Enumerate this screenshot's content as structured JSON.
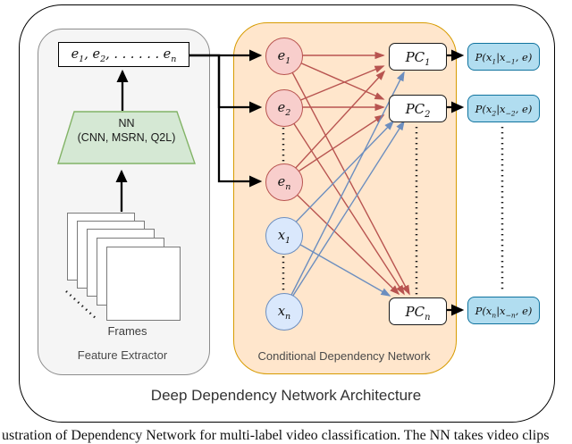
{
  "title": "Deep Dependency Network Architecture",
  "caption": "ustration of Dependency Network for multi-label video classification. The NN takes video clips",
  "feature_extractor": {
    "label": "Feature Extractor",
    "frames_label": "Frames",
    "nn_line1": "NN",
    "nn_line2": "(CNN, MSRN, Q2L)",
    "embedding_vector": {
      "b1": "e",
      "s1": "1",
      "b2": ", e",
      "s2": "2",
      "b3": ", . . . . . . e",
      "s3": "n"
    }
  },
  "cdn": {
    "label": "Conditional Dependency Network",
    "e_nodes": [
      {
        "base": "e",
        "sub": "1"
      },
      {
        "base": "e",
        "sub": "2"
      },
      {
        "base": "e",
        "sub": "n"
      }
    ],
    "x_nodes": [
      {
        "base": "x",
        "sub": "1"
      },
      {
        "base": "x",
        "sub": "n"
      }
    ],
    "pc_nodes": [
      {
        "base": "PC",
        "sub": "1"
      },
      {
        "base": "PC",
        "sub": "2"
      },
      {
        "base": "PC",
        "sub": "n"
      }
    ]
  },
  "outputs": [
    {
      "p1": "P(x",
      "s1": "1",
      "p2": "|x",
      "s2": "−1",
      "p3": ", e)"
    },
    {
      "p1": "P(x",
      "s1": "2",
      "p2": "|x",
      "s2": "−2",
      "p3": ", e)"
    },
    {
      "p1": "P(x",
      "s1": "n",
      "p2": "|x",
      "s2": "−n",
      "p3": ", e)"
    }
  ],
  "edges": [
    {
      "id": "evec-e1",
      "from": "embedding-vector",
      "to": "e1",
      "style": "black"
    },
    {
      "id": "evec-e2",
      "from": "embedding-vector",
      "to": "e2",
      "style": "black"
    },
    {
      "id": "evec-en",
      "from": "embedding-vector",
      "to": "en",
      "style": "black"
    },
    {
      "id": "nn-evec",
      "from": "nn",
      "to": "embedding-vector",
      "style": "black"
    },
    {
      "id": "frames-nn",
      "from": "frames",
      "to": "nn",
      "style": "black"
    },
    {
      "id": "pc1-p1",
      "from": "pc1",
      "to": "p1",
      "style": "black"
    },
    {
      "id": "pc2-p2",
      "from": "pc2",
      "to": "p2",
      "style": "black"
    },
    {
      "id": "pcn-pn",
      "from": "pcn",
      "to": "pn",
      "style": "black"
    },
    {
      "id": "e1-pc1",
      "from": "e1",
      "to": "pc1",
      "style": "red"
    },
    {
      "id": "e2-pc1",
      "from": "e2",
      "to": "pc1",
      "style": "red"
    },
    {
      "id": "en-pc1",
      "from": "en",
      "to": "pc1",
      "style": "red"
    },
    {
      "id": "e1-pc2",
      "from": "e1",
      "to": "pc2",
      "style": "red"
    },
    {
      "id": "e2-pc2",
      "from": "e2",
      "to": "pc2",
      "style": "red"
    },
    {
      "id": "en-pc2",
      "from": "en",
      "to": "pc2",
      "style": "red"
    },
    {
      "id": "e1-pcn",
      "from": "e1",
      "to": "pcn",
      "style": "red"
    },
    {
      "id": "e2-pcn",
      "from": "e2",
      "to": "pcn",
      "style": "red"
    },
    {
      "id": "en-pcn",
      "from": "en",
      "to": "pcn",
      "style": "red"
    },
    {
      "id": "xn-pc1",
      "from": "xn",
      "to": "pc1",
      "style": "blue"
    },
    {
      "id": "x1-pc2",
      "from": "x1",
      "to": "pc2",
      "style": "blue"
    },
    {
      "id": "xn-pc2",
      "from": "xn",
      "to": "pc2",
      "style": "blue"
    },
    {
      "id": "x1-pcn",
      "from": "x1",
      "to": "pcn",
      "style": "blue"
    }
  ],
  "colors": {
    "e_node_fill": "#f8cecc",
    "e_node_stroke": "#b85450",
    "x_node_fill": "#dae8fc",
    "x_node_stroke": "#6c8ebf",
    "nn_fill": "#d5e8d4",
    "nn_stroke": "#82b366",
    "output_fill": "#b1ddf0",
    "output_stroke": "#10739e",
    "cdn_panel_fill": "#ffe6cc",
    "cdn_panel_stroke": "#d79b00",
    "fe_panel_fill": "#f5f5f5",
    "red_edge": "#b85450",
    "blue_edge": "#6c8ebf"
  }
}
